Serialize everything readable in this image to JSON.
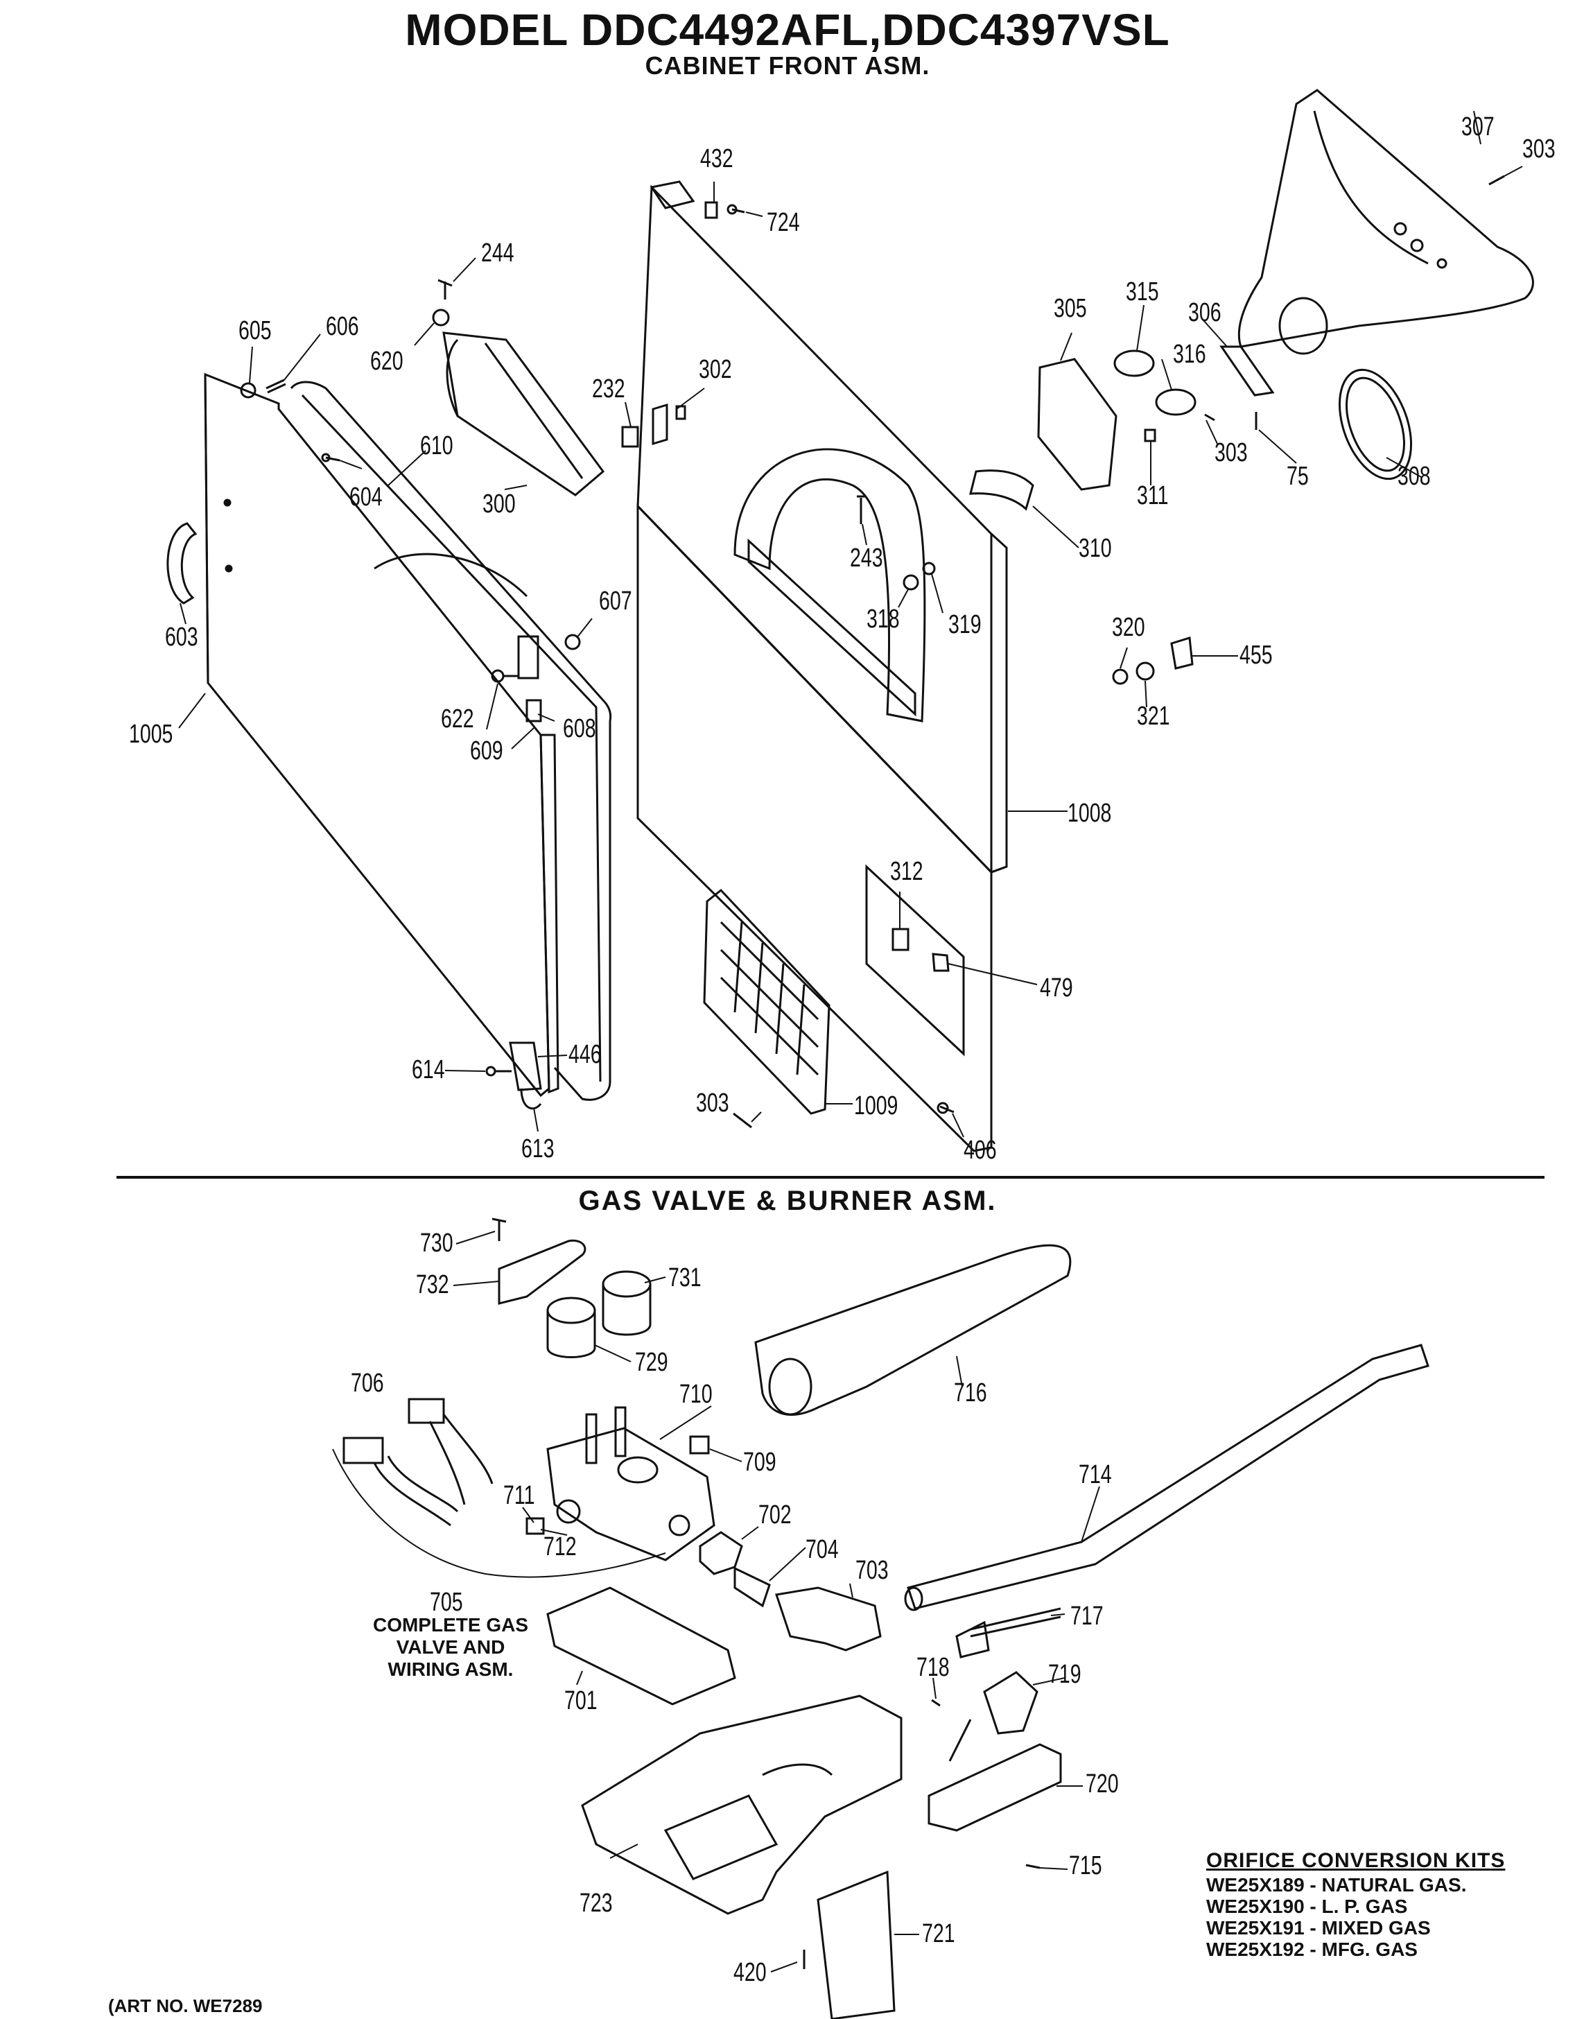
{
  "title": "MODEL DDC4492AFL,DDC4397VSL",
  "subtitle": "CABINET FRONT ASM.",
  "section2": "GAS VALVE & BURNER ASM.",
  "labels": {
    "l432": "432",
    "l724": "724",
    "l307": "307",
    "l303a": "303",
    "l244": "244",
    "l605": "605",
    "l606": "606",
    "l620": "620",
    "l232": "232",
    "l302": "302",
    "l305": "305",
    "l315": "315",
    "l306": "306",
    "l316": "316",
    "l303b": "303",
    "l75": "75",
    "l308": "308",
    "l311": "311",
    "l610": "610",
    "l604": "604",
    "l300": "300",
    "l243": "243",
    "l310": "310",
    "l318": "318",
    "l319": "319",
    "l607": "607",
    "l603": "603",
    "l320": "320",
    "l455": "455",
    "l321": "321",
    "l622": "622",
    "l608": "608",
    "l609": "609",
    "l1005": "1005",
    "l1008": "1008",
    "l312": "312",
    "l479": "479",
    "l614": "614",
    "l446": "446",
    "l613": "613",
    "l303c": "303",
    "l1009": "1009",
    "l406": "406",
    "l730": "730",
    "l732": "732",
    "l731": "731",
    "l729": "729",
    "l706": "706",
    "l710": "710",
    "l716": "716",
    "l709": "709",
    "l711": "711",
    "l714": "714",
    "l702": "702",
    "l712": "712",
    "l704": "704",
    "l703": "703",
    "l705": "705",
    "l717": "717",
    "l718": "718",
    "l719": "719",
    "l701": "701",
    "l720": "720",
    "l723": "723",
    "l715": "715",
    "l721": "721",
    "l420": "420"
  },
  "note705": [
    "COMPLETE GAS",
    "VALVE AND",
    "WIRING ASM."
  ],
  "kits": {
    "title": "ORIFICE CONVERSION KITS",
    "items": [
      "WE25X189 - NATURAL GAS.",
      "WE25X190 - L. P. GAS",
      "WE25X191 - MIXED GAS",
      "WE25X192 - MFG. GAS"
    ]
  },
  "art_no": "(ART NO. WE7289"
}
